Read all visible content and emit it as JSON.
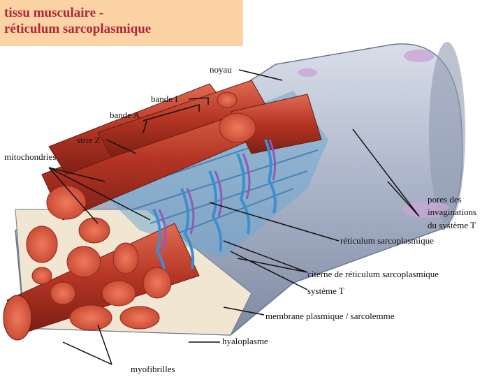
{
  "title": {
    "line1": "tissu musculaire -",
    "line2": "réticulum sarcoplasmique"
  },
  "labels": {
    "noyau": "noyau",
    "bande_i": "bande I",
    "bande_a": "bande A",
    "strie_z": "strie Z",
    "mitochondries": "mitochondries",
    "pores_1": "pores des",
    "pores_2": "invaginations",
    "pores_3": "du système T",
    "reticulum": "réticulum sarcoplasmique",
    "citerne": "citerne de réticulum sarcoplasmique",
    "systeme_t": "système T",
    "membrane": "membrane plasmique / sarcolemme",
    "hyaloplasme": "hyaloplasme",
    "myofibrilles": "myofibrilles"
  },
  "colors": {
    "title_bg": "#fcd3a4",
    "title_text": "#b0263a",
    "sarcolemma": "#b7bfd2",
    "myofibril": "#c0392b",
    "reticulum": "#3b8fd1",
    "t_tubule": "#8e5bb5"
  }
}
